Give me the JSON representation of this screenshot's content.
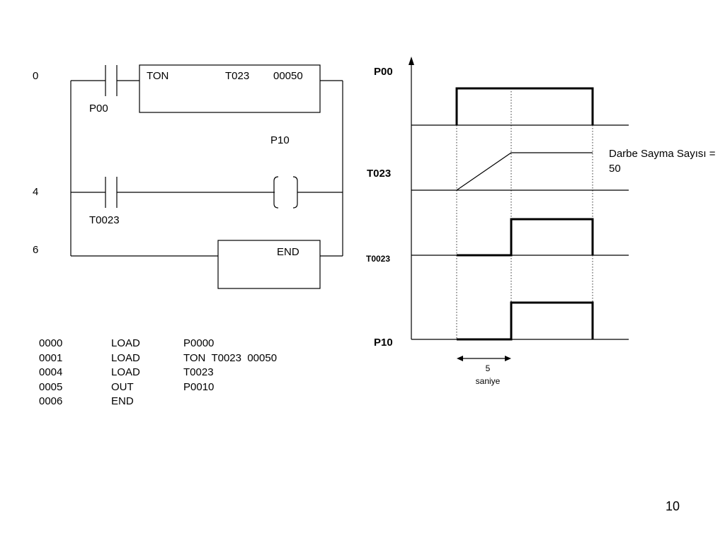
{
  "ladder": {
    "rung_numbers": [
      "0",
      "4",
      "6"
    ],
    "contact_p00": "P00",
    "contact_t0023": "T0023",
    "ton_block": {
      "type": "TON",
      "timer": "T023",
      "preset": "00050"
    },
    "coil_label": "P10",
    "end_label": "END"
  },
  "program": [
    {
      "step": "0000",
      "instr": "LOAD",
      "operand": "P0000"
    },
    {
      "step": "0001",
      "instr": "LOAD",
      "operand": "TON  T0023  00050"
    },
    {
      "step": "0004",
      "instr": "LOAD",
      "operand": "T0023"
    },
    {
      "step": "0005",
      "instr": "OUT",
      "operand": "P0010"
    },
    {
      "step": "0006",
      "instr": "END",
      "operand": ""
    }
  ],
  "timing": {
    "signals": [
      "P00",
      "T023",
      "T0023",
      "P10"
    ],
    "annotation_line1": "Darbe Sayma Sayısı =",
    "annotation_line2": "50",
    "interval_value": "5",
    "interval_unit": "saniye"
  },
  "page_number": "10"
}
